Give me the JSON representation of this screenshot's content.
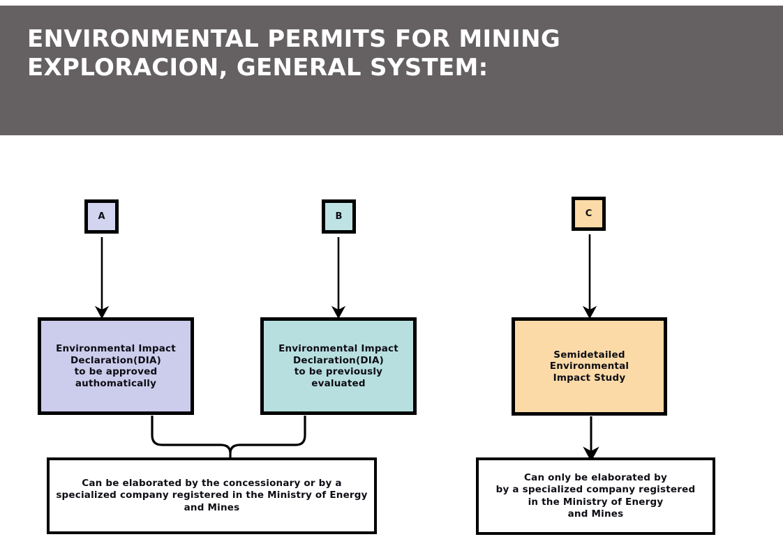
{
  "slide": {
    "title": "ENVIRONMENTAL PERMITS FOR MINING\nEXPLORACION, GENERAL SYSTEM:",
    "header_color": "#656163",
    "background_color": "#ffffff"
  },
  "diagram": {
    "type": "flowchart",
    "tags": [
      {
        "id": "A",
        "label": "A",
        "fill": "#d3d4ef"
      },
      {
        "id": "B",
        "label": "B",
        "fill": "#bfe3e4"
      },
      {
        "id": "C",
        "label": "C",
        "fill": "#fbdaa7"
      }
    ],
    "process_boxes": [
      {
        "id": "A",
        "text": "Environmental  Impact\nDeclaration(DIA)\nto be approved\nauthomatically",
        "fill": "#ccccec"
      },
      {
        "id": "B",
        "text": "Environmental  Impact\nDeclaration(DIA)\nto be previously\nevaluated",
        "fill": "#b8dfe0"
      },
      {
        "id": "C",
        "text": "Semidetailed\nEnvironmental\nImpact Study",
        "fill": "#fbdaa7"
      }
    ],
    "outcome_boxes": [
      {
        "id": "left",
        "text": "Can be elaborated by the concessionary or by a\nspecialized company registered in the Ministry of Energy\nand Mines",
        "fill": "#ffffff"
      },
      {
        "id": "right",
        "text": "Can only be elaborated by\nby a specialized company registered\nin the Ministry of Energy\nand Mines",
        "fill": "#ffffff"
      }
    ],
    "connectors": [
      {
        "from": "tag-A",
        "to": "box-A",
        "style": "arrow-down"
      },
      {
        "from": "tag-B",
        "to": "box-B",
        "style": "arrow-down"
      },
      {
        "from": "tag-C",
        "to": "box-C",
        "style": "arrow-down"
      },
      {
        "from": "box-A+box-B",
        "to": "outcome-left",
        "style": "curly-brace"
      },
      {
        "from": "box-C",
        "to": "outcome-right",
        "style": "arrow-down"
      }
    ],
    "stroke_color": "#000000"
  }
}
